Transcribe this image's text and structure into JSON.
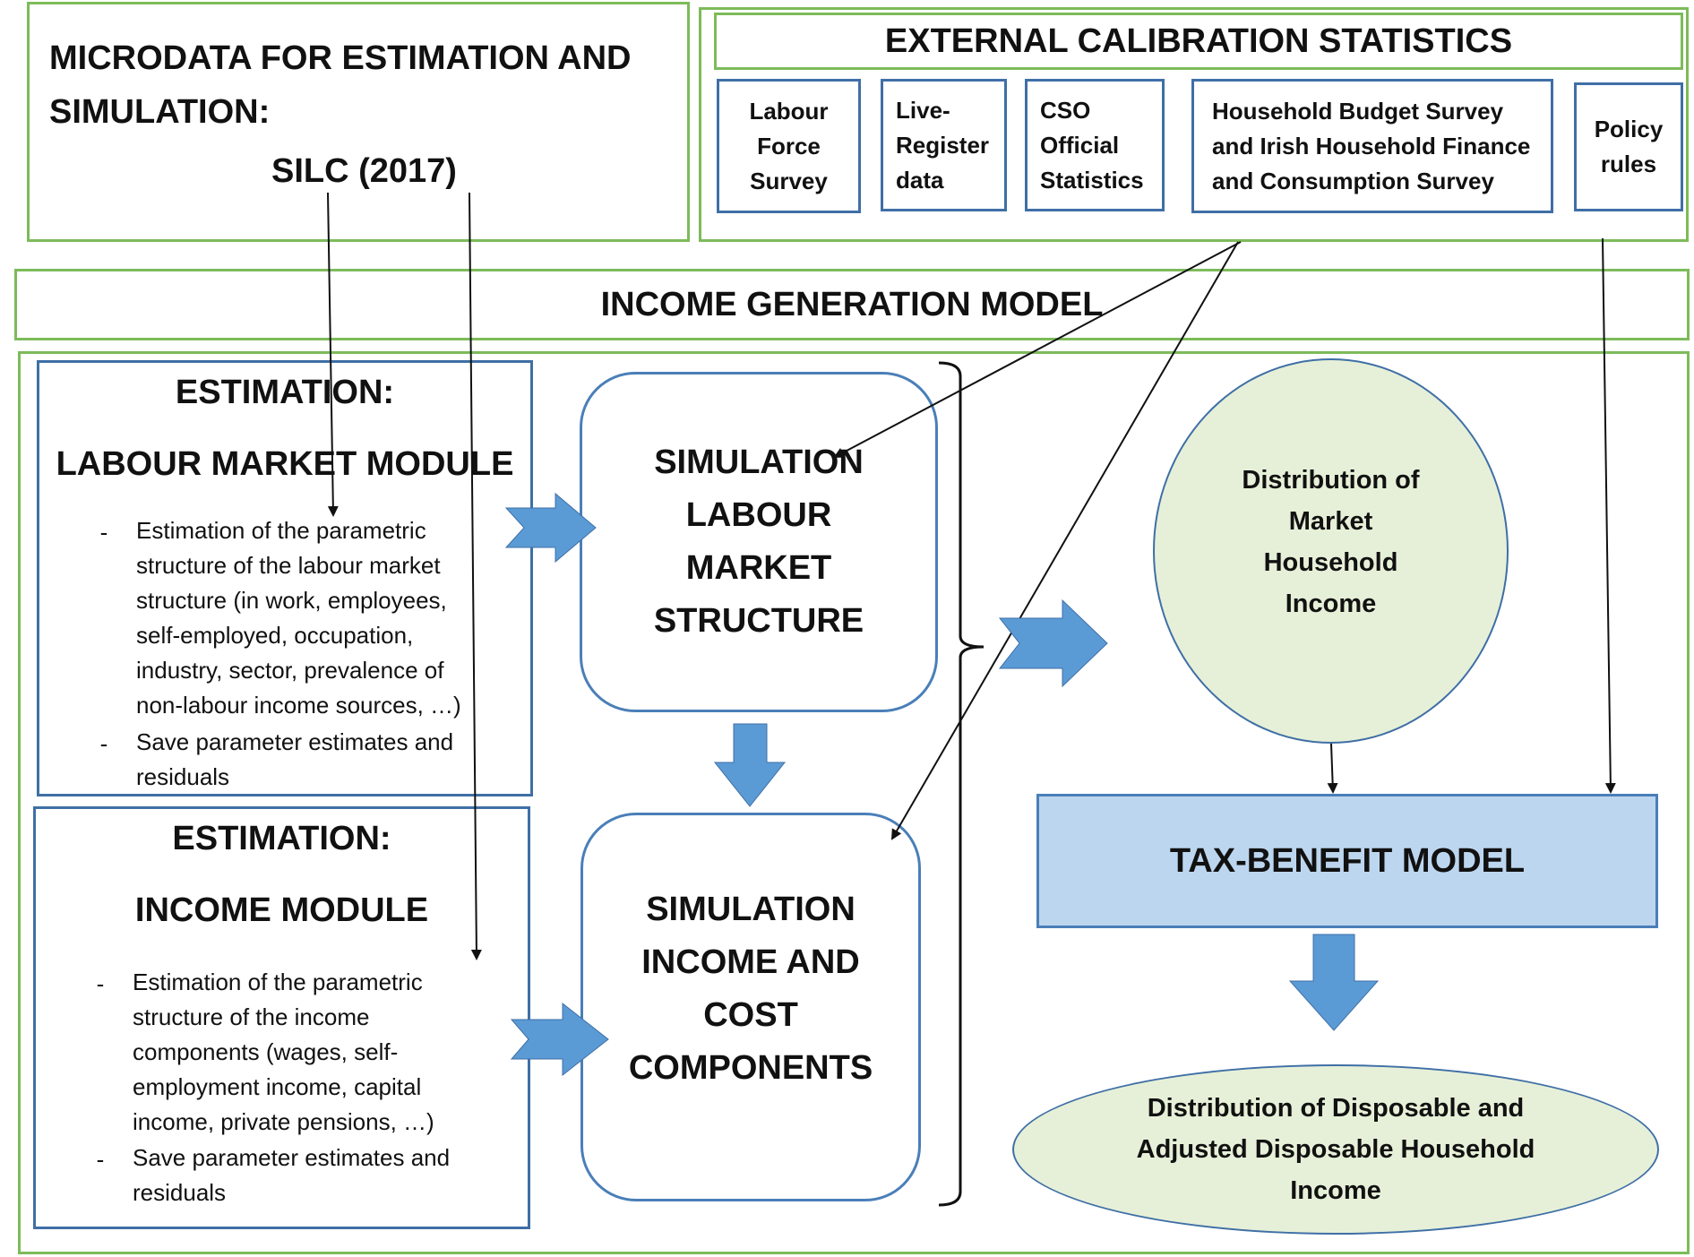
{
  "microdata": {
    "title": "MICRODATA FOR ESTIMATION AND SIMULATION:",
    "dataset": "SILC (2017)"
  },
  "external": {
    "title": "EXTERNAL CALIBRATION STATISTICS",
    "sources": [
      "Labour Force Survey",
      "Live-Register data",
      "CSO Official Statistics",
      "Household Budget Survey and Irish Household Finance and Consumption Survey",
      "Policy rules"
    ]
  },
  "income_generation_model": "INCOME GENERATION MODEL",
  "estimation_labour": {
    "heading1": "ESTIMATION:",
    "heading2": "LABOUR MARKET MODULE",
    "bullets": [
      "Estimation of the parametric structure of the labour market structure (in work, employees, self-employed, occupation, industry, sector, prevalence of non-labour income sources, …)",
      "Save parameter estimates and residuals"
    ]
  },
  "estimation_income": {
    "heading1": "ESTIMATION:",
    "heading2": "INCOME MODULE",
    "bullets": [
      "Estimation of the parametric structure of the income components (wages, self-employment income, capital income, private pensions, …)",
      "Save parameter estimates and residuals"
    ]
  },
  "simulation_labour": "SIMULATION LABOUR MARKET STRUCTURE",
  "simulation_income": "SIMULATION INCOME AND COST COMPONENTS",
  "market_income": "Distribution of Market Household Income",
  "tax_benefit_model": "TAX-BENEFIT MODEL",
  "disposable_income": "Distribution of Disposable and Adjusted Disposable Household Income",
  "colors": {
    "green_border": "#7dbb5a",
    "blue_border": "#3f6fa6",
    "block_arrow": "#5b9bd5",
    "ellipse_fill": "#e6f0d8",
    "tbm_fill": "#bdd6ef"
  }
}
